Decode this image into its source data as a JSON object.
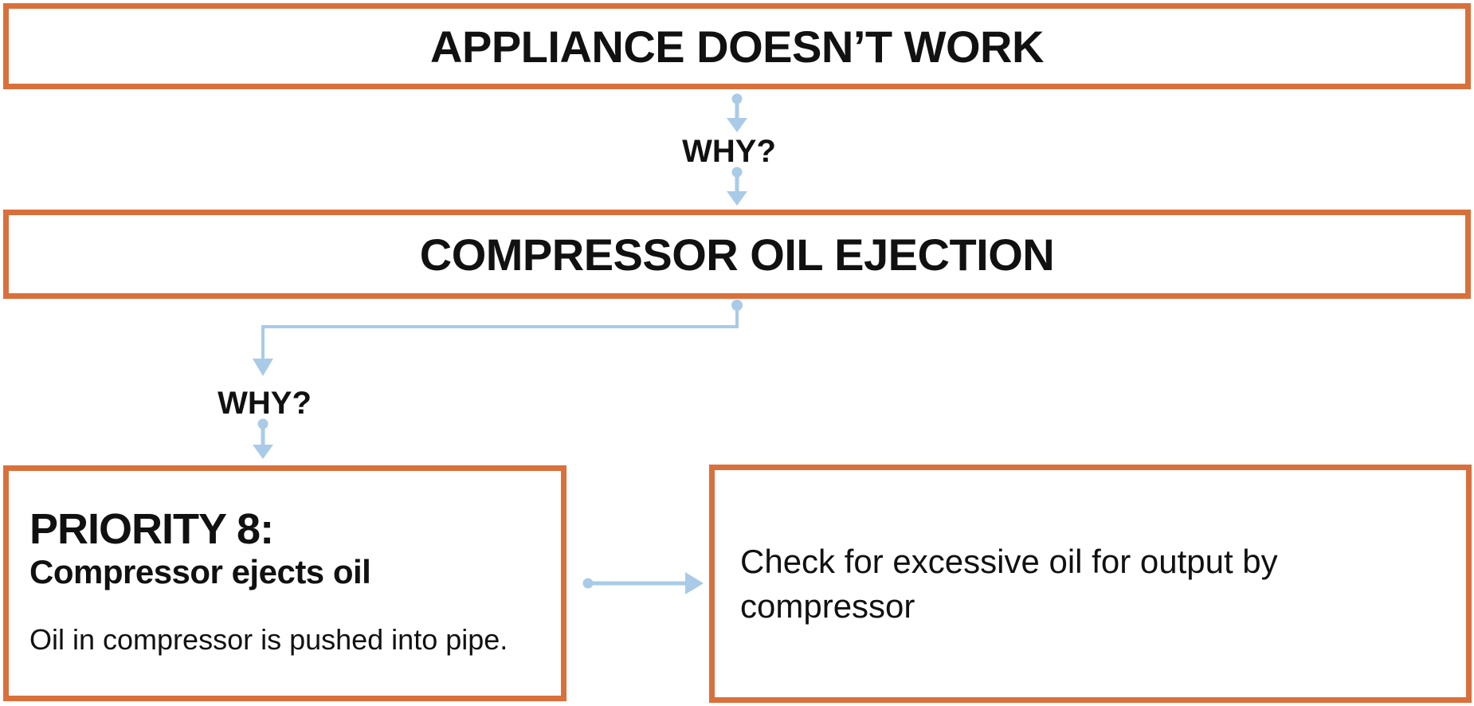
{
  "theme": {
    "accent-orange": "#D9703C",
    "arrow-blue": "#A9CBE8",
    "text-color": "#111111",
    "background": "#FFFFFF"
  },
  "flowchart": {
    "level1": {
      "title": "APPLIANCE DOESN’T WORK"
    },
    "level2": {
      "title": "COMPRESSOR OIL EJECTION"
    },
    "why_labels": [
      "WHY?",
      "WHY?"
    ],
    "priority_box": {
      "title": "PRIORITY 8:",
      "subtitle": "Compressor ejects oil",
      "description": "Oil in compressor is pushed into pipe."
    },
    "action_box": {
      "text": "Check for excessive oil for output by\ncompressor"
    },
    "connectors": [
      {
        "name": "down-arrow-icon",
        "style": "dot-stem-arrowhead",
        "color": "arrow-blue"
      },
      {
        "name": "down-arrow-icon",
        "style": "dot-stem-arrowhead",
        "color": "arrow-blue"
      },
      {
        "name": "elbow-connector-icon",
        "style": "dot-elbow-arrowhead",
        "color": "arrow-blue"
      },
      {
        "name": "down-arrow-icon",
        "style": "dot-stem-arrowhead",
        "color": "arrow-blue"
      },
      {
        "name": "right-arrow-icon",
        "style": "dot-line-arrowhead",
        "color": "arrow-blue"
      }
    ]
  }
}
